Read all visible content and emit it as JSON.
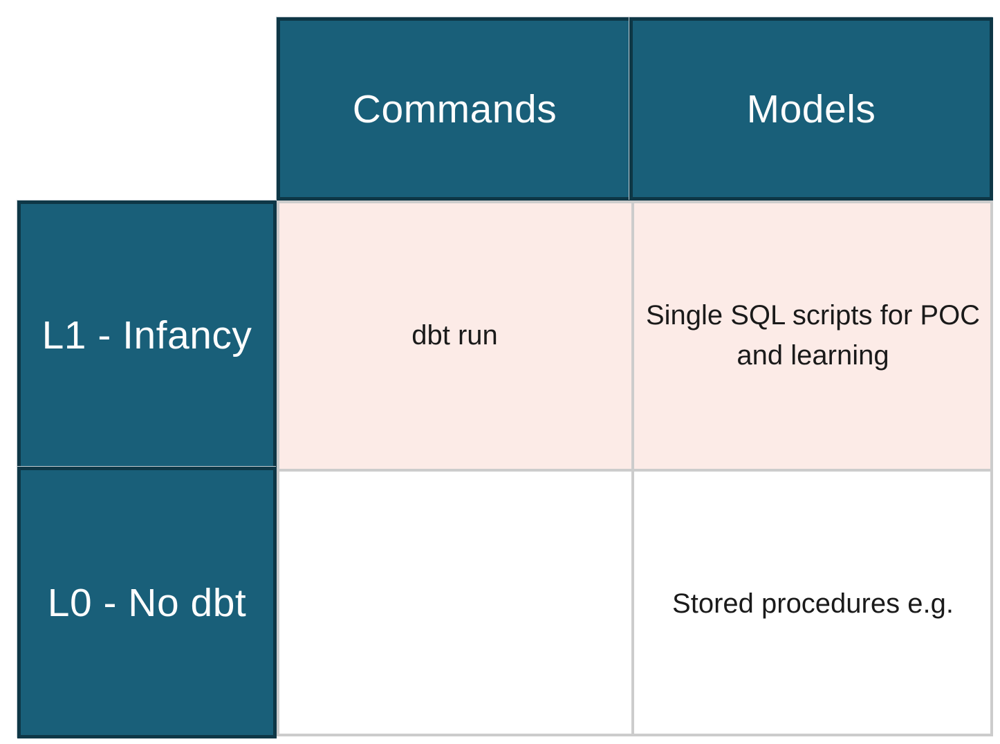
{
  "matrix": {
    "column_headers": [
      "Commands",
      "Models"
    ],
    "row_headers": [
      "L1 - Infancy",
      "L0 - No dbt"
    ],
    "cells": {
      "l1_commands": "dbt run",
      "l1_models": "Single SQL scripts for POC and learning",
      "l0_commands": "",
      "l0_models": "Stored procedures e.g."
    }
  },
  "colors": {
    "header_bg": "#195f79",
    "header_border": "#0e3746",
    "header_text": "#fdfdfd",
    "highlight_row_bg": "#fcebe7",
    "plain_row_bg": "#ffffff",
    "grid_line": "#cccccc",
    "cell_text": "#1a1a1a"
  },
  "chart_data": {
    "type": "table",
    "columns": [
      "",
      "Commands",
      "Models"
    ],
    "rows": [
      [
        "L1 - Infancy",
        "dbt run",
        "Single SQL scripts for POC and learning"
      ],
      [
        "L0 - No dbt",
        "",
        "Stored procedures e.g."
      ]
    ],
    "highlighted_row": "L1 - Infancy",
    "highlight_color": "#fcebe7",
    "header_color": "#195f79",
    "grid": true,
    "legend_position": "none"
  }
}
